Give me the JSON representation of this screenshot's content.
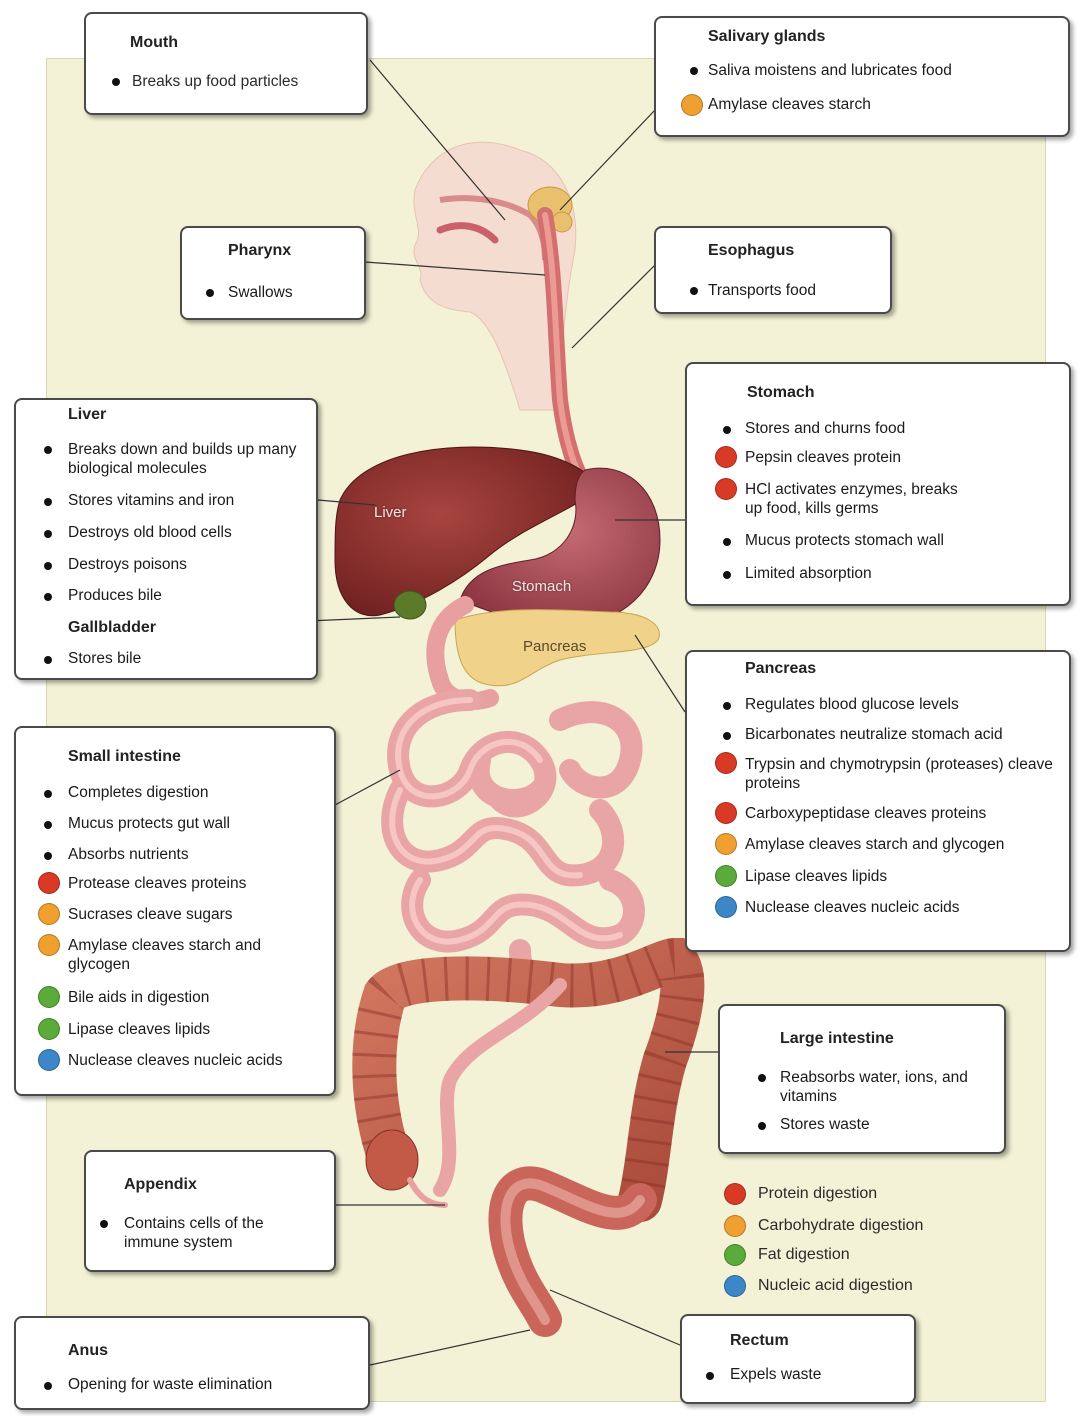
{
  "organs": {
    "liver_label": "Liver",
    "stomach_label": "Stomach",
    "pancreas_label": "Pancreas"
  },
  "colors": {
    "protein": "#d93a26",
    "carbohydrate": "#f0a030",
    "fat": "#5aaa3c",
    "nucleic_acid": "#3d86c8",
    "panel_bg": "#f3f2d6"
  },
  "mouth": {
    "title": "Mouth",
    "items": [
      "Breaks up food particles"
    ]
  },
  "salivary": {
    "title": "Salivary glands",
    "items": [
      "Saliva moistens and lubricates food",
      "Amylase cleaves starch"
    ]
  },
  "pharynx": {
    "title": "Pharynx",
    "items": [
      "Swallows"
    ]
  },
  "esophagus": {
    "title": "Esophagus",
    "items": [
      "Transports food"
    ]
  },
  "liver": {
    "title": "Liver",
    "items": [
      "Breaks down and builds up many biological molecules",
      "Stores vitamins and iron",
      "Destroys old blood cells",
      "Destroys poisons",
      "Produces bile"
    ],
    "gallbladder_title": "Gallbladder",
    "gallbladder_items": [
      "Stores bile"
    ]
  },
  "stomach": {
    "title": "Stomach",
    "items": [
      "Stores and churns food",
      "Pepsin cleaves protein",
      "HCl activates enzymes, breaks up food, kills germs",
      "Mucus protects stomach wall",
      "Limited absorption"
    ]
  },
  "pancreas": {
    "title": "Pancreas",
    "items": [
      "Regulates blood glucose levels",
      "Bicarbonates neutralize stomach acid",
      "Trypsin and chymotrypsin (proteases) cleave proteins",
      "Carboxypeptidase cleaves proteins",
      "Amylase cleaves starch and glycogen",
      "Lipase cleaves lipids",
      "Nuclease cleaves nucleic acids"
    ]
  },
  "small_intestine": {
    "title": "Small intestine",
    "items": [
      "Completes digestion",
      "Mucus protects gut wall",
      "Absorbs nutrients",
      "Protease cleaves proteins",
      "Sucrases cleave sugars",
      "Amylase cleaves starch and glycogen",
      "Bile aids in digestion",
      "Lipase cleaves lipids",
      "Nuclease cleaves nucleic acids"
    ]
  },
  "large_intestine": {
    "title": "Large intestine",
    "items": [
      "Reabsorbs water, ions, and vitamins",
      "Stores waste"
    ]
  },
  "appendix": {
    "title": "Appendix",
    "items": [
      "Contains cells of the immune system"
    ]
  },
  "anus": {
    "title": "Anus",
    "items": [
      "Opening for waste elimination"
    ]
  },
  "rectum": {
    "title": "Rectum",
    "items": [
      "Expels waste"
    ]
  },
  "legend": {
    "protein": "Protein digestion",
    "carbohydrate": "Carbohydrate digestion",
    "fat": "Fat digestion",
    "nucleic_acid": "Nucleic acid digestion"
  }
}
